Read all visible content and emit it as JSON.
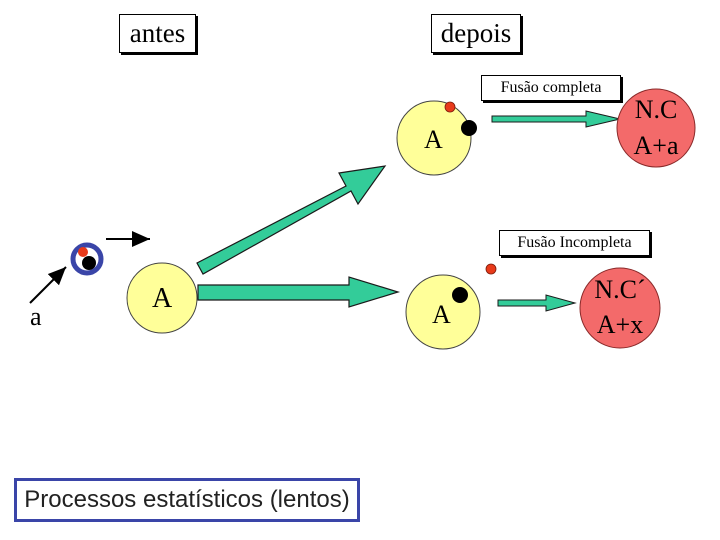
{
  "labels": {
    "antes": "antes",
    "depois": "depois",
    "fusao_completa": "Fusão completa",
    "fusao_incompleta": "Fusão Incompleta",
    "processos": "Processos estatísticos (lentos)",
    "projectile": "a",
    "target": "A",
    "nucleus_upper": "A",
    "nucleus_lower": "A",
    "nc_line1": "N.C",
    "nc_line2": "A+a",
    "ncp_line1": "N.C´",
    "ncp_line2": "A+x"
  },
  "colors": {
    "target_fill": "#ffff99",
    "compound_fill": "#f36a6a",
    "arrow_fill": "#33cc99",
    "arrow_stroke": "#1a1a1a",
    "ring_color": "#3a45a8",
    "small_red": "#e83a1a"
  }
}
